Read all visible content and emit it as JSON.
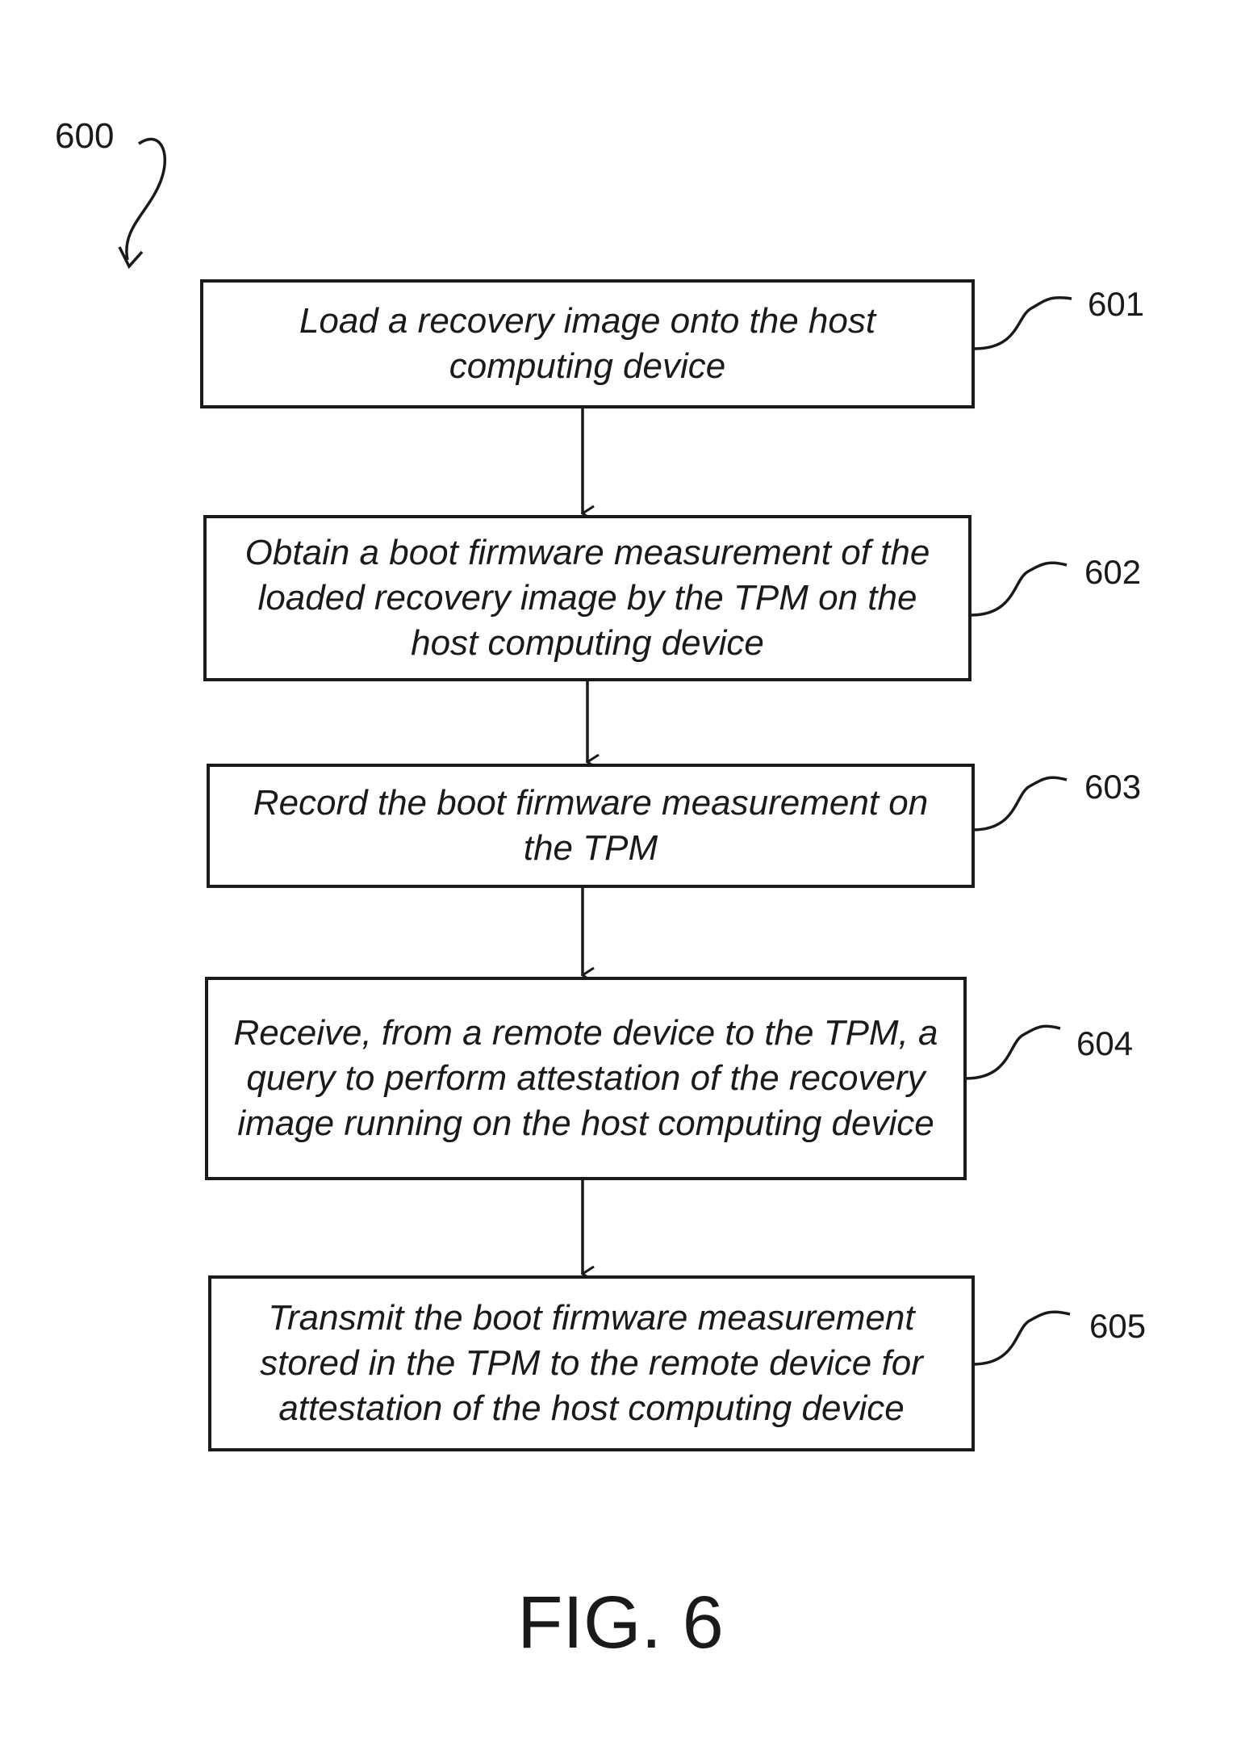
{
  "figure": {
    "number": "600",
    "title": "FIG. 6"
  },
  "steps": [
    {
      "ref": "601",
      "text": "Load a recovery image onto the host computing device"
    },
    {
      "ref": "602",
      "text": "Obtain a boot firmware measurement of the loaded recovery image by the TPM on the host computing device"
    },
    {
      "ref": "603",
      "text": "Record the boot firmware measurement on the TPM"
    },
    {
      "ref": "604",
      "text": "Receive, from a remote device to the TPM, a query to perform attestation of the recovery image running on the host computing device"
    },
    {
      "ref": "605",
      "text": "Transmit the boot firmware measurement stored in the TPM to the remote device for attestation of the host computing device"
    }
  ],
  "colors": {
    "ink": "#1a1a1a",
    "background": "#ffffff"
  }
}
